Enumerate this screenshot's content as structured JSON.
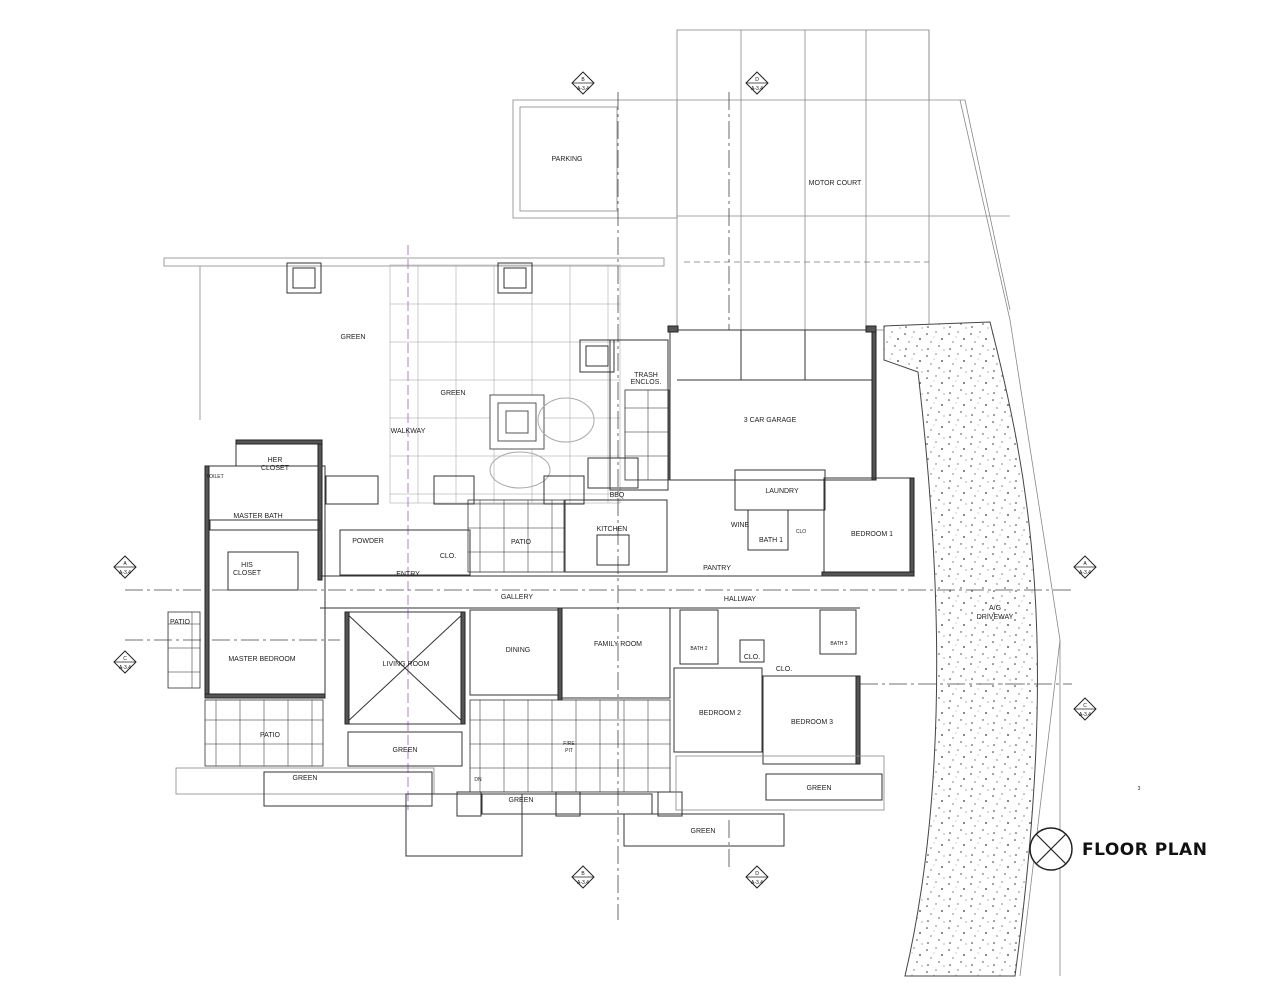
{
  "title": "FLOOR PLAN",
  "rooms": {
    "parking": "PARKING",
    "motor_court": "MOTOR COURT",
    "green_nw": "GREEN",
    "green_court": "GREEN",
    "walkway": "WALKWAY",
    "trash_1": "TRASH",
    "trash_2": "ENCLOS.",
    "garage": "3 CAR GARAGE",
    "her_closet_1": "HER",
    "her_closet_2": "CLOSET",
    "toilet": "TOILET",
    "master_bath": "MASTER BATH",
    "powder": "POWDER",
    "clo_entry": "CLO.",
    "patio_center": "PATIO",
    "bbq": "BBQ",
    "kitchen": "KITCHEN",
    "laundry": "LAUNDRY",
    "wine": "WINE",
    "bath1": "BATH 1",
    "clo_bath1": "CLO",
    "bedroom1": "BEDROOM 1",
    "entry": "ENTRY",
    "pantry": "PANTRY",
    "his_closet_1": "HIS",
    "his_closet_2": "CLOSET",
    "gallery": "GALLERY",
    "hallway": "HALLWAY",
    "patio_west": "PATIO",
    "master_bedroom": "MASTER BEDROOM",
    "living_room": "LIVING ROOM",
    "dining": "DINING",
    "family_room": "FAMILY ROOM",
    "bath2": "BATH 2",
    "clo_hall": "CLO.",
    "clo_bed3": "CLO.",
    "bath3": "BATH 3",
    "ag_1": "A/G",
    "ag_2": "DRIVEWAY",
    "bedroom2": "BEDROOM 2",
    "bedroom3": "BEDROOM 3",
    "patio_south": "PATIO",
    "green_living": "GREEN",
    "fire_1": "FIRE",
    "fire_2": "PIT",
    "green_sw": "GREEN",
    "green_south": "GREEN",
    "green_se1": "GREEN",
    "green_se2": "GREEN",
    "dn": "DN",
    "page_no": "3"
  },
  "section_markers": [
    {
      "id": "b-top",
      "letter": "B",
      "sheet": "A-3.4"
    },
    {
      "id": "d-top",
      "letter": "D",
      "sheet": "A-3.4"
    },
    {
      "id": "a-left",
      "letter": "A",
      "sheet": "A-3.4"
    },
    {
      "id": "c-left",
      "letter": "C",
      "sheet": "A-3.4"
    },
    {
      "id": "a-right",
      "letter": "A",
      "sheet": "A-3.4"
    },
    {
      "id": "c-right",
      "letter": "C",
      "sheet": "A-3.4"
    },
    {
      "id": "b-bottom",
      "letter": "B",
      "sheet": "A-3.4"
    },
    {
      "id": "d-bottom",
      "letter": "D",
      "sheet": "A-3.4"
    }
  ],
  "colors": {
    "walls": "#555555",
    "accent_axis": "#b07fd1"
  },
  "icons": {
    "north_arrow": "north-arrow-icon"
  }
}
